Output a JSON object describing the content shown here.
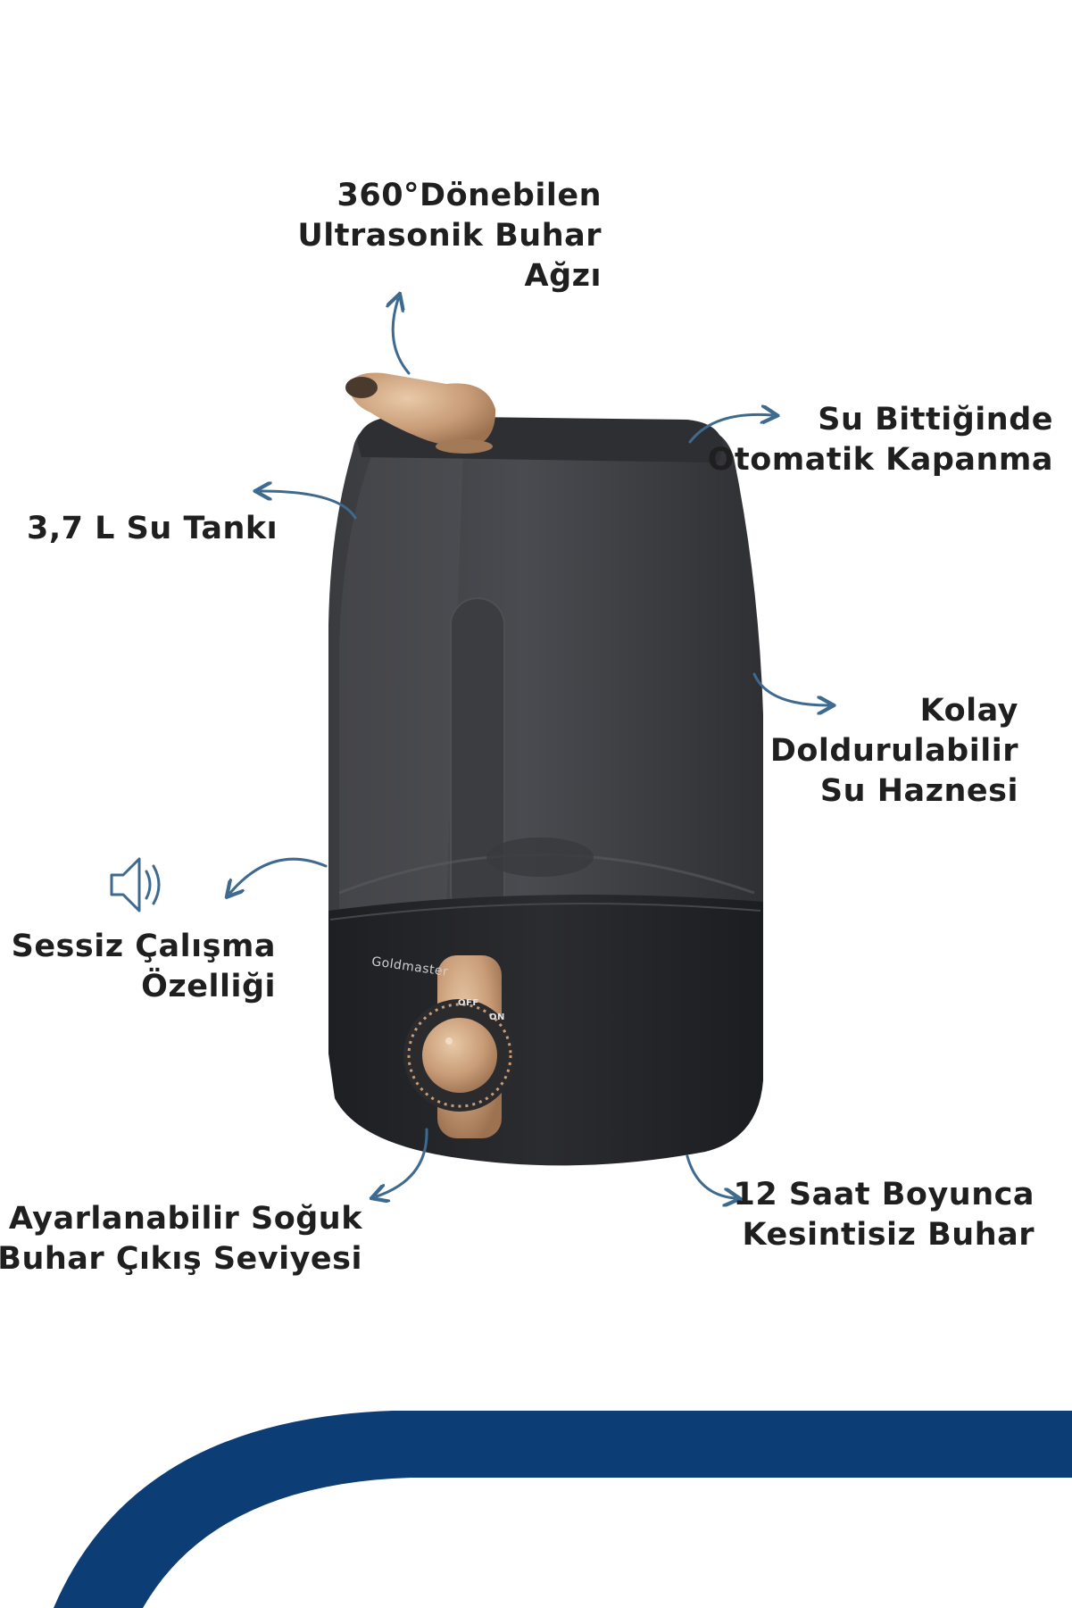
{
  "product": {
    "brand": "Goldmaster",
    "dial_off": "OFF",
    "dial_on": "ON"
  },
  "features": {
    "nozzle": {
      "lines": [
        "360°Dönebilen",
        "Ultrasonik Buhar",
        "Ağzı"
      ]
    },
    "auto_off": {
      "lines": [
        "Su Bittiğinde",
        "Otomatik Kapanma"
      ]
    },
    "tank": {
      "lines": [
        "3,7 L Su Tankı"
      ]
    },
    "refill": {
      "lines": [
        "Kolay",
        "Doldurulabilir",
        "Su Haznesi"
      ]
    },
    "silent": {
      "lines": [
        "Sessiz Çalışma",
        "Özelliği"
      ],
      "icon": "speaker-sound-icon"
    },
    "adjustable": {
      "lines": [
        "Ayarlanabilir Soğuk",
        "Buhar Çıkış Seviyesi"
      ]
    },
    "duration": {
      "lines": [
        "12 Saat Boyunca",
        "Kesintisiz Buhar"
      ]
    }
  },
  "colors": {
    "arrow": "#3d6a8e",
    "brand_band": "#0c3d74",
    "body": "#2a2b2e",
    "gold": "#c89c77",
    "text": "#1f1f1f"
  }
}
